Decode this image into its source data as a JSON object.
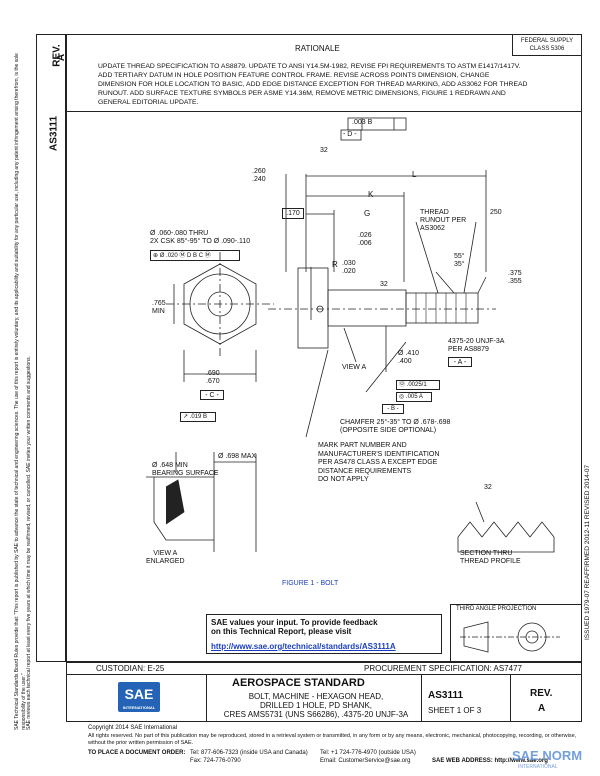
{
  "header": {
    "rev_label": "REV.",
    "rev_value": "A",
    "doc_number": "AS3111",
    "rationale_title": "RATIONALE",
    "fed_class": "FEDERAL SUPPLY CLASS 5306",
    "rationale_text": "UPDATE THREAD SPECIFICATION TO AS8879. UPDATE TO ANSI Y14.5M-1982, REVISE FPI REQUIREMENTS TO ASTM E1417/1417V. ADD TERTIARY DATUM IN HOLE POSITION FEATURE CONTROL FRAME. REVISE ACROSS POINTS DIMENSION, CHANGE DIMENSION FOR HOLE LOCATION TO BASIC, ADD EDGE DISTANCE EXCEPTION FOR THREAD MARKING, ADD AS3062 FOR THREAD RUNOUT. ADD SURFACE TEXTURE SYMBOLS PER ASME Y14.36M, REMOVE METRIC DIMENSIONS, FIGURE 1 REDRAWN AND GENERAL EDITORIAL UPDATE."
  },
  "left_margin": {
    "text1": "SAE Technical Standards Board Rules provide that: \"This report is published by SAE to advance the state of technical and engineering sciences. The use of this report is entirely voluntary, and its applicability and suitability for any particular use, including any patent infringement arising therefrom, is the sole responsibility of the user.\"",
    "text2": "SAE reviews each technical report at least every five years at which time it may be reaffirmed, revised, or cancelled. SAE invites your written comments and suggestions."
  },
  "right_margin": {
    "text": "ISSUED 1979-07   REAFFIRMED 2012-11   REVISED 2014-07"
  },
  "drawing": {
    "datum_frame_top": ".003  B",
    "datum_d": "- D -",
    "surface_32_top": "32",
    "dim_260_240": ".260\n.240",
    "dim_L": "L",
    "dim_K": "K",
    "dim_170": ".170",
    "dim_G": "G",
    "thread_runout": "THREAD\nRUNOUT PER\nAS3062",
    "surface_250": "250",
    "hole_callout": "Ø .060-.080 THRU\n2X CSK 85°-95° TO Ø .090-.110",
    "hole_fcf": "⊕ Ø .020 Ⓜ D B C Ⓜ",
    "dim_026_006": ".026\n.006",
    "dim_R": "R",
    "dim_030_020": ".030\n.020",
    "dim_765_min": ".765\nMIN",
    "angle_55_35": "55°\n35°",
    "dim_375_355": ".375\n.355",
    "surface_32_mid": "32",
    "thread_spec": "4375-20 UNJF-3A\nPER AS8879",
    "datum_a": "- A -",
    "dim_410_400": "Ø .410\n.400",
    "view_a": "VIEW A",
    "fcf_0025": "Ⓞ .0025/1",
    "fcf_005_a": "◎ .005  A",
    "datum_b": "- B -",
    "dim_690_670": ".690\n.670",
    "datum_c": "- C -",
    "fcf_019_b": "↗ .019  B",
    "chamfer": "CHAMFER 25°-35° TO Ø .678-.698\n(OPPOSITE SIDE OPTIONAL)",
    "dim_698_max": "Ø .698 MAX",
    "mark_note": "MARK PART NUMBER AND\nMANUFACTURER'S IDENTIFICATION\nPER AS478 CLASS A EXCEPT EDGE\nDISTANCE REQUIREMENTS\nDO NOT APPLY",
    "dim_648_min": "Ø .648 MIN\nBEARING SURFACE",
    "view_a_enlarged": "VIEW A\nENLARGED",
    "surface_32_thread": "32",
    "section_thru": "SECTION THRU\nTHREAD PROFILE",
    "figure_caption": "FIGURE 1 - BOLT",
    "projection_label": "THIRD ANGLE PROJECTION"
  },
  "feedback": {
    "line1": "SAE values your input. To provide feedback",
    "line2": "on this Technical Report, please visit",
    "url": "http://www.sae.org/technical/standards/AS3111A"
  },
  "title_block": {
    "custodian": "CUSTODIAN: E-25",
    "procurement": "PROCUREMENT SPECIFICATION: AS7477",
    "logo_text": "SAE",
    "logo_sub": "INTERNATIONAL",
    "standard_title": "AEROSPACE STANDARD",
    "description": "BOLT, MACHINE - HEXAGON HEAD,\nDRILLED 1 HOLE, PD SHANK,\nCRES AMS5731 (UNS S66286), .4375-20 UNJF-3A",
    "doc_number": "AS3111",
    "sheet": "SHEET 1 OF 3",
    "rev_label": "REV.",
    "rev_value": "A"
  },
  "footer": {
    "copyright": "Copyright 2014 SAE International",
    "rights": "All rights reserved. No part of this publication may be reproduced, stored in a retrieval system or transmitted, in any form or by any means, electronic, mechanical, photocopying, recording, or otherwise, without the prior written permission of SAE.",
    "order_label": "TO PLACE A DOCUMENT ORDER:",
    "tel1": "Tel: 877-606-7323 (inside USA and Canada)",
    "tel2": "Tel: +1 724-776-4970 (outside USA)",
    "fax": "Fax: 724-776-0790",
    "email": "Email: CustomerService@sae.org",
    "web": "SAE WEB ADDRESS: http://www.sae.org"
  },
  "watermark": {
    "text": "SAE NORM",
    "sub": "INTERNATIONAL"
  },
  "colors": {
    "line": "#222222",
    "link": "#1a3dbd",
    "logo_blue": "#2563b6",
    "watermark_blue": "#5b8fd6"
  }
}
